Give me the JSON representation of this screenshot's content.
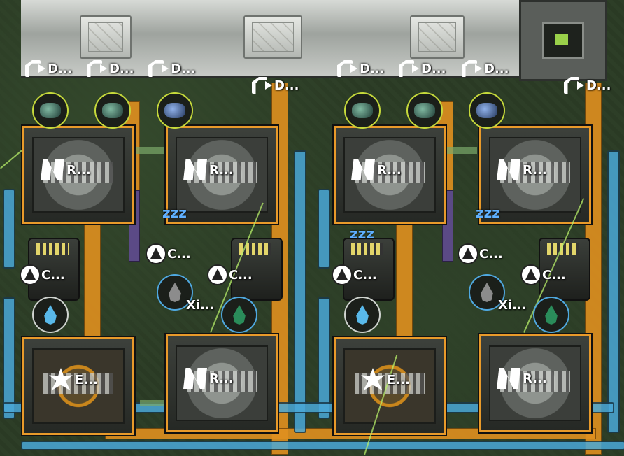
{
  "scene": {
    "colors": {
      "ground": "#2b3b25",
      "pipe_fluid": "#4aa8d8",
      "orange_pipe": "#e0901f",
      "machine_frame": "#e89a2a",
      "inserter_beam": "#b8f06a",
      "ring_ore": "#c6d93b",
      "ring_fluid": "#4fa8e0",
      "sleep_icon": "#5fb0ff"
    }
  },
  "labels": {
    "inserter_trunc": "D...",
    "recipe_trunc": "R...",
    "chemical_trunc": "C...",
    "electro_trunc": "E...",
    "xi_trunc": "Xi..."
  },
  "icons": {
    "inserter": "filter-inserter-icon",
    "recipe": "recipe-icon",
    "chemical": "chemical-plant-icon",
    "electro": "electromagnetic-plant-icon",
    "sleep": "sleep-zzz-icon",
    "water": "water-drop-icon",
    "heavy_oil": "heavy-oil-drop-icon",
    "acid": "acid-drop-icon"
  },
  "sleep_text": "zzz"
}
